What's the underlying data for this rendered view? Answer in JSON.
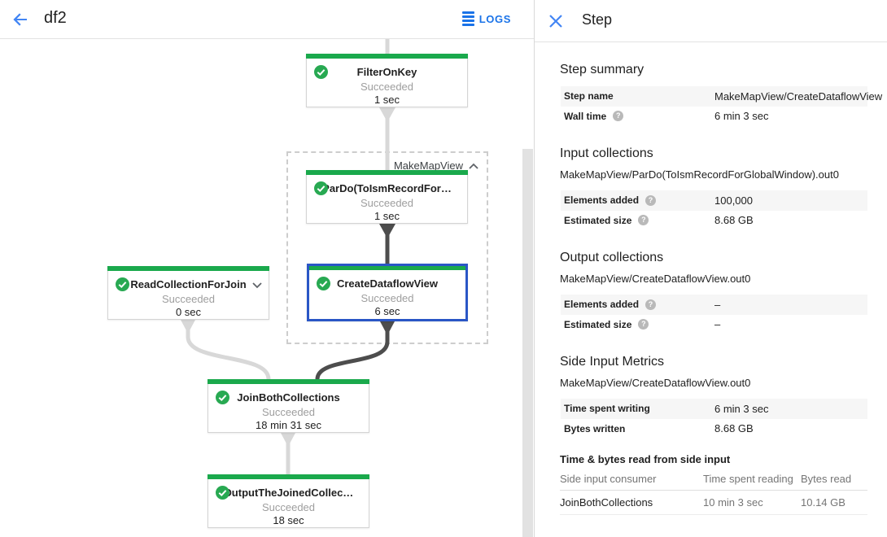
{
  "topbar": {
    "title": "df2",
    "logs_label": "LOGS"
  },
  "colors": {
    "green_bar": "#1aa94c",
    "check_green": "#28a952",
    "selection_blue": "#2a56c6",
    "link_blue": "#1a73e8",
    "icon_blue": "#4285f4",
    "edge_light": "#d8d8d8",
    "edge_dark": "#4d4d4d"
  },
  "graph": {
    "group_label": "MakeMapView",
    "nodes": [
      {
        "name": "FilterOnKey",
        "status": "Succeeded",
        "time": "1 sec"
      },
      {
        "name": "ParDo(ToIsmRecordFor…",
        "status": "Succeeded",
        "time": "1 sec"
      },
      {
        "name": "CreateDataflowView",
        "status": "Succeeded",
        "time": "6 sec"
      },
      {
        "name": "ReadCollectionForJoin",
        "status": "Succeeded",
        "time": "0 sec"
      },
      {
        "name": "JoinBothCollections",
        "status": "Succeeded",
        "time": "18 min 31 sec"
      },
      {
        "name": "OutputTheJoinedCollec…",
        "status": "Succeeded",
        "time": "18 sec"
      }
    ]
  },
  "panel": {
    "title": "Step",
    "step_summary": {
      "heading": "Step summary",
      "rows": [
        {
          "label": "Step name",
          "value": "MakeMapView/CreateDataflowView"
        },
        {
          "label": "Wall time",
          "value": "6 min 3 sec"
        }
      ]
    },
    "input_collections": {
      "heading": "Input collections",
      "collection": "MakeMapView/ParDo(ToIsmRecordForGlobalWindow).out0",
      "rows": [
        {
          "label": "Elements added",
          "value": "100,000"
        },
        {
          "label": "Estimated size",
          "value": "8.68 GB"
        }
      ]
    },
    "output_collections": {
      "heading": "Output collections",
      "collection": "MakeMapView/CreateDataflowView.out0",
      "rows": [
        {
          "label": "Elements added",
          "value": "–"
        },
        {
          "label": "Estimated size",
          "value": "–"
        }
      ]
    },
    "side_input_metrics": {
      "heading": "Side Input Metrics",
      "collection": "MakeMapView/CreateDataflowView.out0",
      "rows": [
        {
          "label": "Time spent writing",
          "value": "6 min 3 sec"
        },
        {
          "label": "Bytes written",
          "value": "8.68 GB"
        }
      ]
    },
    "side_input_table": {
      "heading": "Time & bytes read from side input",
      "columns": [
        "Side input consumer",
        "Time spent reading",
        "Bytes read"
      ],
      "rows": [
        [
          "JoinBothCollections",
          "10 min 3 sec",
          "10.14 GB"
        ]
      ]
    }
  }
}
